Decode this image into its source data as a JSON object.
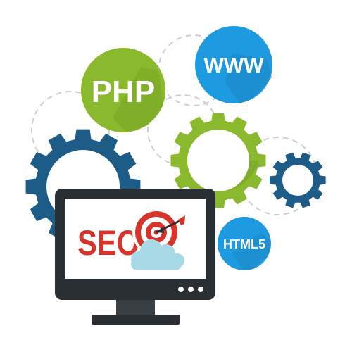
{
  "illustration": {
    "badges": {
      "php": "PHP",
      "www": "WWW",
      "html5": "HTML5"
    },
    "monitor": {
      "logo_text": "SEO"
    }
  },
  "icons": [
    "gear-icon",
    "target-icon",
    "arrow-icon",
    "cloud-icon",
    "monitor-icon"
  ],
  "colors": {
    "dark_blue": "#1d5c87",
    "light_blue": "#1e9be0",
    "green": "#8ab92d",
    "dark_green": "#6f9422",
    "red": "#d8332a",
    "monitor": "#2a2f33",
    "cloud": "#a8d9e6"
  }
}
